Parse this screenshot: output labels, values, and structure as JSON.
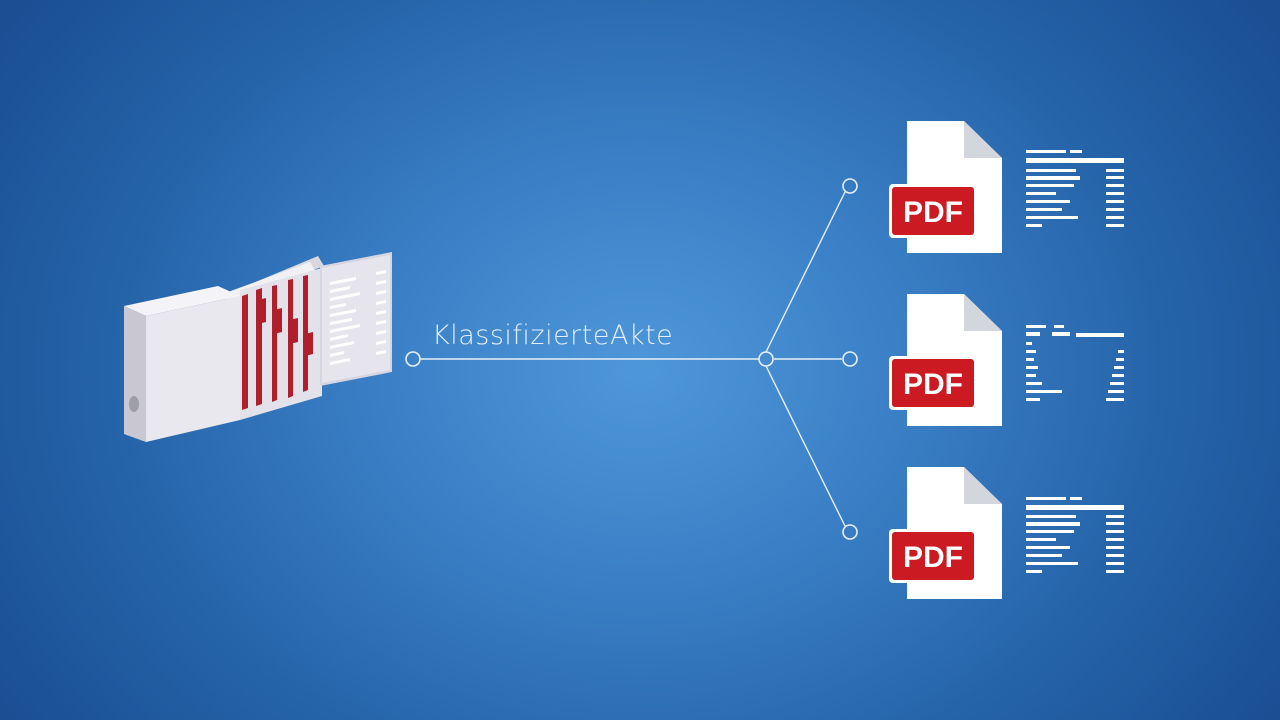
{
  "colors": {
    "background_center": "#4e97d9",
    "background_edge": "#1a4f94",
    "line": "#e6f0fb",
    "binder": "#e9e8ee",
    "tab_red": "#b0202c",
    "pdf_red": "#cc1a22",
    "pdf_border": "#ffffff"
  },
  "source": {
    "label": "KlassifizierteAkte",
    "icon": "binder-file-icon"
  },
  "outputs": [
    {
      "badge": "PDF",
      "icon": "pdf-document-icon"
    },
    {
      "badge": "PDF",
      "icon": "pdf-document-icon"
    },
    {
      "badge": "PDF",
      "icon": "pdf-document-icon"
    }
  ]
}
